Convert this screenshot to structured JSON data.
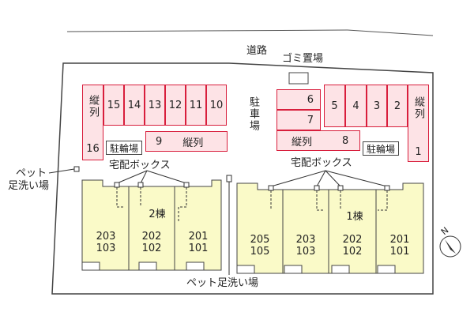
{
  "road_label": "道路",
  "trash_label": "ゴミ置場",
  "parking_label": "駐車場",
  "bicycle_label": "駐輪場",
  "delivery_box_label": "宅配ボックス",
  "pet_wash_label": "ペット足洗い場",
  "pet_wash_left": [
    "ペット",
    "足洗い場"
  ],
  "tandem_label": "縦列",
  "left_parking": {
    "top_row": [
      "15",
      "14",
      "13",
      "12",
      "11",
      "10"
    ],
    "left_col_top": "縦列",
    "left_col_bottom": "16",
    "slot9_number": "9",
    "slot9_text": "縦列"
  },
  "right_parking": {
    "top_row": [
      "5",
      "4",
      "3",
      "2"
    ],
    "col_left": [
      "6",
      "7"
    ],
    "slot8_text": "縦列",
    "slot8_number": "8",
    "right_col_top": "縦列",
    "right_col_bottom": "1"
  },
  "building2": {
    "name": "2棟",
    "units": [
      [
        "203",
        "103"
      ],
      [
        "202",
        "102"
      ],
      [
        "201",
        "101"
      ]
    ]
  },
  "building1": {
    "name": "1棟",
    "units": [
      [
        "205",
        "105"
      ],
      [
        "203",
        "103"
      ],
      [
        "202",
        "102"
      ],
      [
        "201",
        "101"
      ]
    ]
  },
  "compass": "N",
  "colors": {
    "parking_fill": "#fde3e6",
    "parking_border": "#d81e3c",
    "building_fill": "#fafac8",
    "lot_fill": "#ffffff",
    "outline": "#444444"
  }
}
